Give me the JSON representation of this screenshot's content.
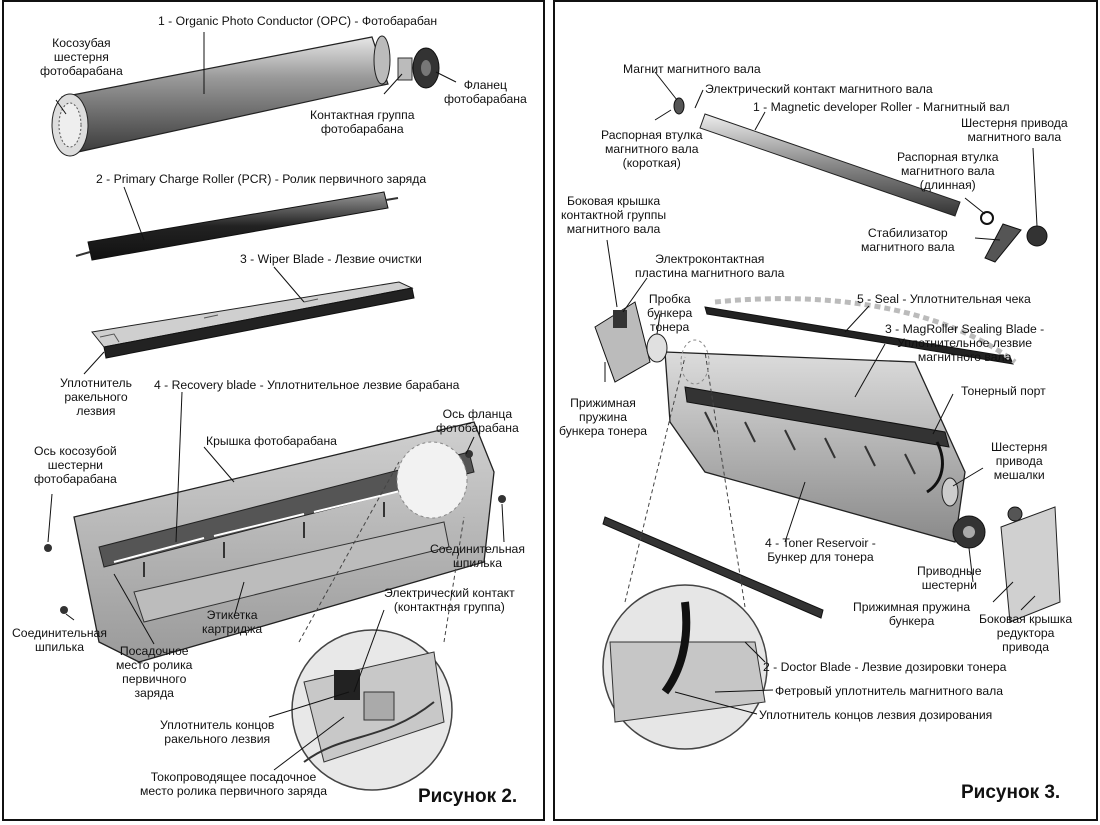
{
  "figure2": {
    "caption": "Рисунок 2.",
    "labels": {
      "opc": "1 - Organic Photo Conductor (OPC) - Фотобарабан",
      "opc_gear": [
        "Косозубая",
        "шестерня",
        "фотобарабана"
      ],
      "opc_flange": [
        "Фланец",
        "фотобарабана"
      ],
      "opc_contact": [
        "Контактная группа",
        "фотобарабана"
      ],
      "pcr": "2 - Primary Charge Roller (PCR) - Ролик первичного заряда",
      "wiper": "3 - Wiper Blade - Лезвие очистки",
      "wiper_seal": [
        "Уплотнитель",
        "ракельного",
        "лезвия"
      ],
      "recovery": "4 - Recovery blade - Уплотнительное лезвие барабана",
      "flange_axis": [
        "Ось фланца",
        "фотобарабана"
      ],
      "gear_axis": [
        "Ось косозубой",
        "шестерни",
        "фотобарабана"
      ],
      "drum_cover": "Крышка фотобарабана",
      "connecting_pin_right": [
        "Соединительная",
        "шпилька"
      ],
      "electric_contact": [
        "Электрический контакт",
        "(контактная группа)"
      ],
      "label": [
        "Этикетка",
        "картриджа"
      ],
      "connecting_pin_left": [
        "Соединительная",
        "шпилька"
      ],
      "pcr_seat": [
        "Посадочное",
        "место ролика",
        "первичного",
        "заряда"
      ],
      "blade_end_seal": [
        "Уплотнитель концов",
        "ракельного лезвия"
      ],
      "conductive_seat": [
        "Токопроводящее посадочное",
        "место ролика первичного заряда"
      ]
    }
  },
  "figure3": {
    "caption": "Рисунок 3.",
    "labels": {
      "mag_magnet": "Магнит магнитного вала",
      "mag_contact": "Электрический контакт магнитного вала",
      "mag_roller": "1 - Magnetic developer Roller - Магнитный вал",
      "mag_gear": [
        "Шестерня привода",
        "магнитного вала"
      ],
      "spacer_short": [
        "Распорная втулка",
        "магнитного вала",
        "(короткая)"
      ],
      "spacer_long": [
        "Распорная втулка",
        "магнитного вала",
        "(длинная)"
      ],
      "side_cover_contact": [
        "Боковая крышка",
        "контактной группы",
        "магнитного вала"
      ],
      "stabilizer": [
        "Стабилизатор",
        "магнитного вала"
      ],
      "contact_plate": [
        "Электроконтактная",
        "пластина магнитного вала"
      ],
      "hopper_plug": [
        "Пробка",
        "бункера",
        "тонера"
      ],
      "seal": "5 - Seal - Уплотнительная чека",
      "mag_sealing_blade": [
        "3 - MagRoller Sealing Blade -",
        "Уплотнительное лезвие",
        "магнитного вала"
      ],
      "hopper_spring_left": [
        "Прижимная",
        "пружина",
        "бункера тонера"
      ],
      "toner_port": "Тонерный порт",
      "agitator_gear": [
        "Шестерня",
        "привода",
        "мешалки"
      ],
      "toner_reservoir": [
        "4 - Toner Reservoir -",
        "Бункер для тонера"
      ],
      "drive_gears": [
        "Приводные",
        "шестерни"
      ],
      "hopper_spring_right": [
        "Прижимная пружина",
        "бункера"
      ],
      "gear_side_cover": [
        "Боковая крышка",
        "редуктора",
        "привода"
      ],
      "doctor_blade": "2 - Doctor Blade - Лезвие дозировки тонера",
      "felt_seal": "Фетровый уплотнитель магнитного вала",
      "doctor_end_seal": "Уплотнитель концов лезвия дозирования"
    }
  }
}
